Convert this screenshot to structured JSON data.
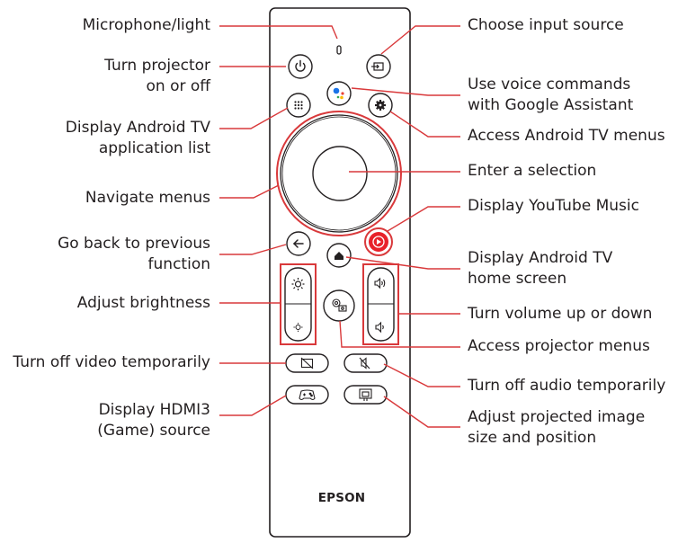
{
  "brand": "EPSON",
  "colors": {
    "callout": "#d9393b",
    "outline": "#231f20",
    "youtube_red": "#e8212a"
  },
  "labels_left": {
    "microphone": [
      "Microphone/light"
    ],
    "power": [
      "Turn projector",
      "on or off"
    ],
    "apps": [
      "Display Android TV",
      "application list"
    ],
    "navigate": [
      "Navigate menus"
    ],
    "back": [
      "Go back to previous",
      "function"
    ],
    "brightness": [
      "Adjust brightness"
    ],
    "video_off": [
      "Turn off video temporarily"
    ],
    "hdmi3": [
      "Display HDMI3",
      "(Game) source"
    ]
  },
  "labels_right": {
    "input": [
      "Choose input source"
    ],
    "assistant": [
      "Use voice commands",
      "with Google Assistant"
    ],
    "settings": [
      "Access Android TV menus"
    ],
    "enter": [
      "Enter a selection"
    ],
    "youtube": [
      "Display YouTube Music"
    ],
    "home": [
      "Display Android TV",
      "home screen"
    ],
    "volume": [
      "Turn volume up or down"
    ],
    "projector_menu": [
      "Access projector menus"
    ],
    "mute": [
      "Turn off audio temporarily"
    ],
    "image_adjust": [
      "Adjust projected image",
      "size and position"
    ]
  },
  "icons": {
    "microphone": "microphone-light-icon",
    "power": "power-icon",
    "input": "input-source-icon",
    "assistant": "google-assistant-icon",
    "apps": "apps-grid-icon",
    "settings": "gear-icon",
    "back": "back-arrow-icon",
    "home": "home-icon",
    "youtube": "youtube-music-icon",
    "brightness_up": "brightness-up-icon",
    "brightness_down": "brightness-down-icon",
    "projector_menu": "projector-menu-icon",
    "volume_up": "volume-up-icon",
    "volume_down": "volume-down-icon",
    "video_off": "video-off-icon",
    "mute": "mute-icon",
    "game": "gamepad-icon",
    "image_adjust": "image-adjust-icon"
  }
}
